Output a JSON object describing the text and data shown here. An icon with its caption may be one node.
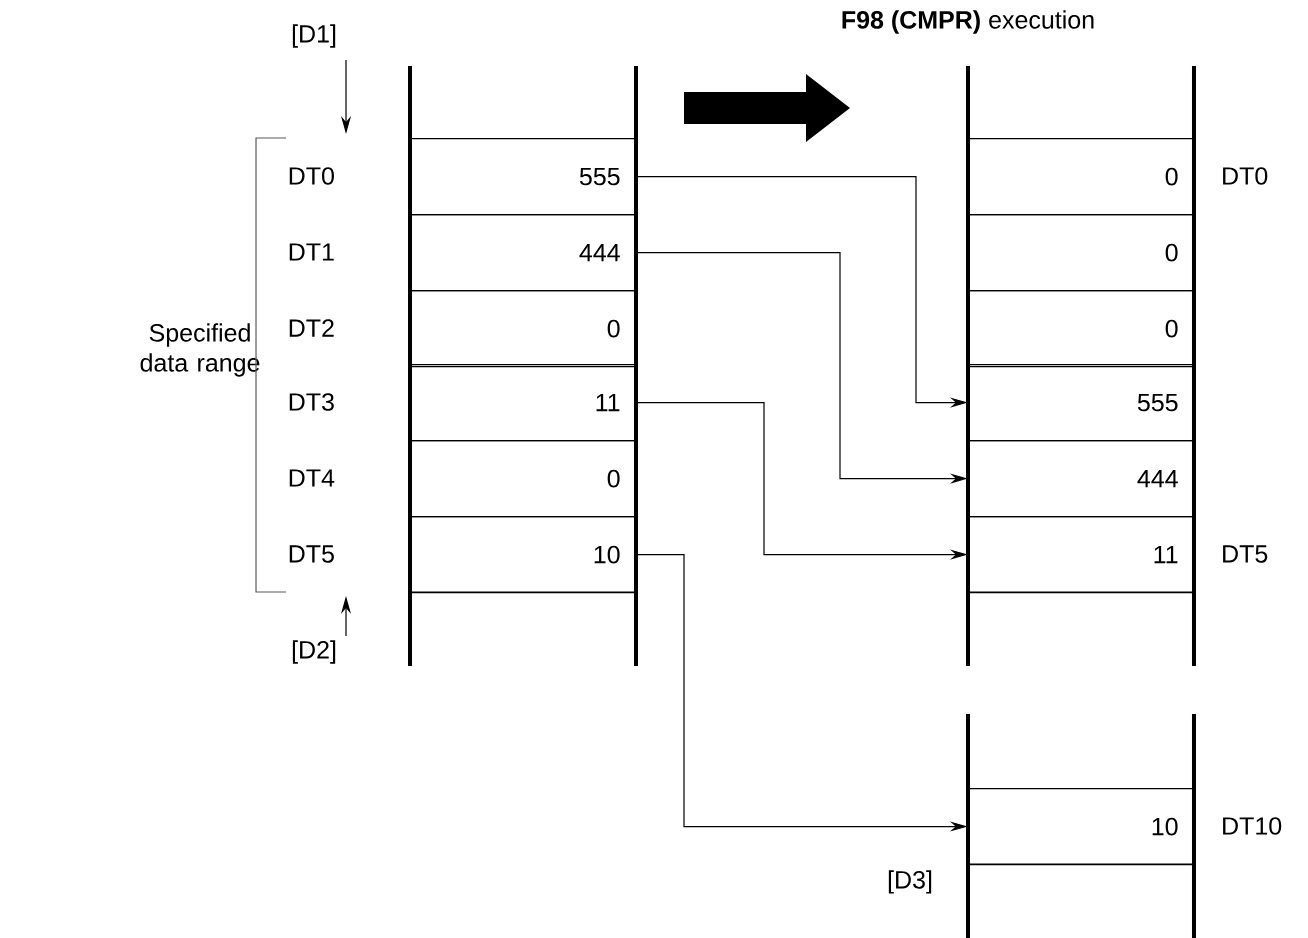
{
  "diagram": {
    "nodes": [
      {
        "text": [
          "555"
        ],
        "beside": [
          "DT0"
        ]
      },
      {
        "text": [
          "444"
        ],
        "beside": [
          "DT1"
        ]
      },
      {
        "text": [
          "0"
        ],
        "beside": [
          "DT2"
        ]
      },
      {
        "text": [
          "11"
        ],
        "beside": [
          "DT3"
        ]
      },
      {
        "text": [
          "0"
        ],
        "beside": [
          "DT4"
        ]
      },
      {
        "text": [
          "10"
        ],
        "beside": [
          "DT5"
        ]
      },
      {
        "text": [
          "0"
        ],
        "beside": [
          "DT0"
        ]
      },
      {
        "text": [
          "0"
        ]
      },
      {
        "text": [
          "0"
        ]
      },
      {
        "text": [
          "555"
        ]
      },
      {
        "text": [
          "444"
        ]
      },
      {
        "text": [
          "11"
        ],
        "beside": [
          "DT5"
        ]
      },
      {
        "text": [
          "10"
        ],
        "beside": [
          "DT10"
        ]
      }
    ],
    "edges": [
      {
        "from": 0,
        "to": 9,
        "arrow": "to"
      },
      {
        "from": 1,
        "to": 10,
        "arrow": "to"
      },
      {
        "from": 3,
        "to": 11,
        "arrow": "to"
      },
      {
        "from": 5,
        "to": 12,
        "arrow": "to"
      }
    ],
    "labels": [
      "[D1]",
      "**F98 (CMPR)** execution",
      "Specified data range",
      "[D2]",
      "[D3]"
    ]
  }
}
